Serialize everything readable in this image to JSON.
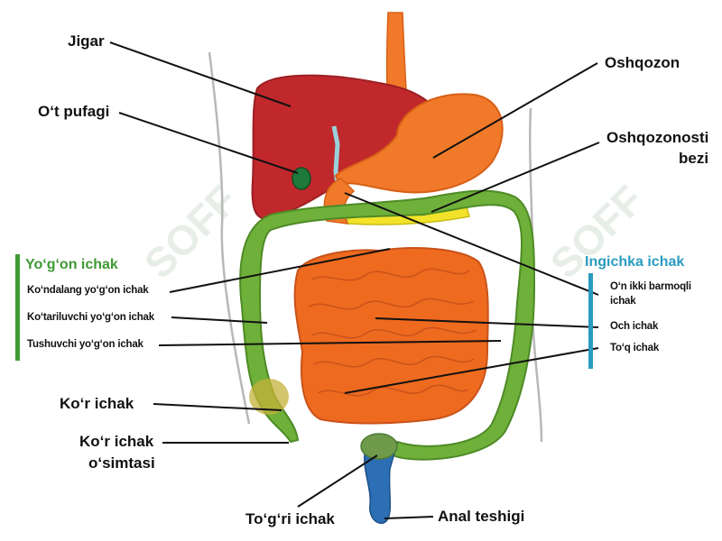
{
  "watermark": "SOFF",
  "groups": {
    "large_intestine": {
      "title": "Yo‘g‘on ichak",
      "color": "#3f9a34",
      "items": [
        "Ko‘ndalang yo‘g‘on ichak",
        "Ko‘tariluvchi yo‘g‘on ichak",
        "Tushuvchi yo‘g‘on ichak"
      ]
    },
    "small_intestine": {
      "title": "Ingichka ichak",
      "color": "#2a9bc0",
      "items": [
        "O‘n ikki barmoqli ichak",
        "Och ichak",
        "To‘q ichak"
      ]
    }
  },
  "labels": {
    "liver": "Jigar",
    "gallbladder": "O‘t pufagi",
    "stomach": "Oshqozon",
    "pancreas_line1": "Oshqozonosti",
    "pancreas_line2": "bezi",
    "cecum": "Ko‘r ichak",
    "appendix_line1": "Ko‘r ichak",
    "appendix_line2": "o‘simtasi",
    "rectum": "To‘g‘ri ichak",
    "anus": "Anal teshigi"
  },
  "colors": {
    "liver": "#c0282c",
    "stomach": "#f07a2a",
    "small_intestine": "#ee6a1f",
    "colon": "#6fb03a",
    "pancreas": "#f2e32a",
    "rectum": "#2c6fb5",
    "esophagus": "#f07a2a"
  }
}
